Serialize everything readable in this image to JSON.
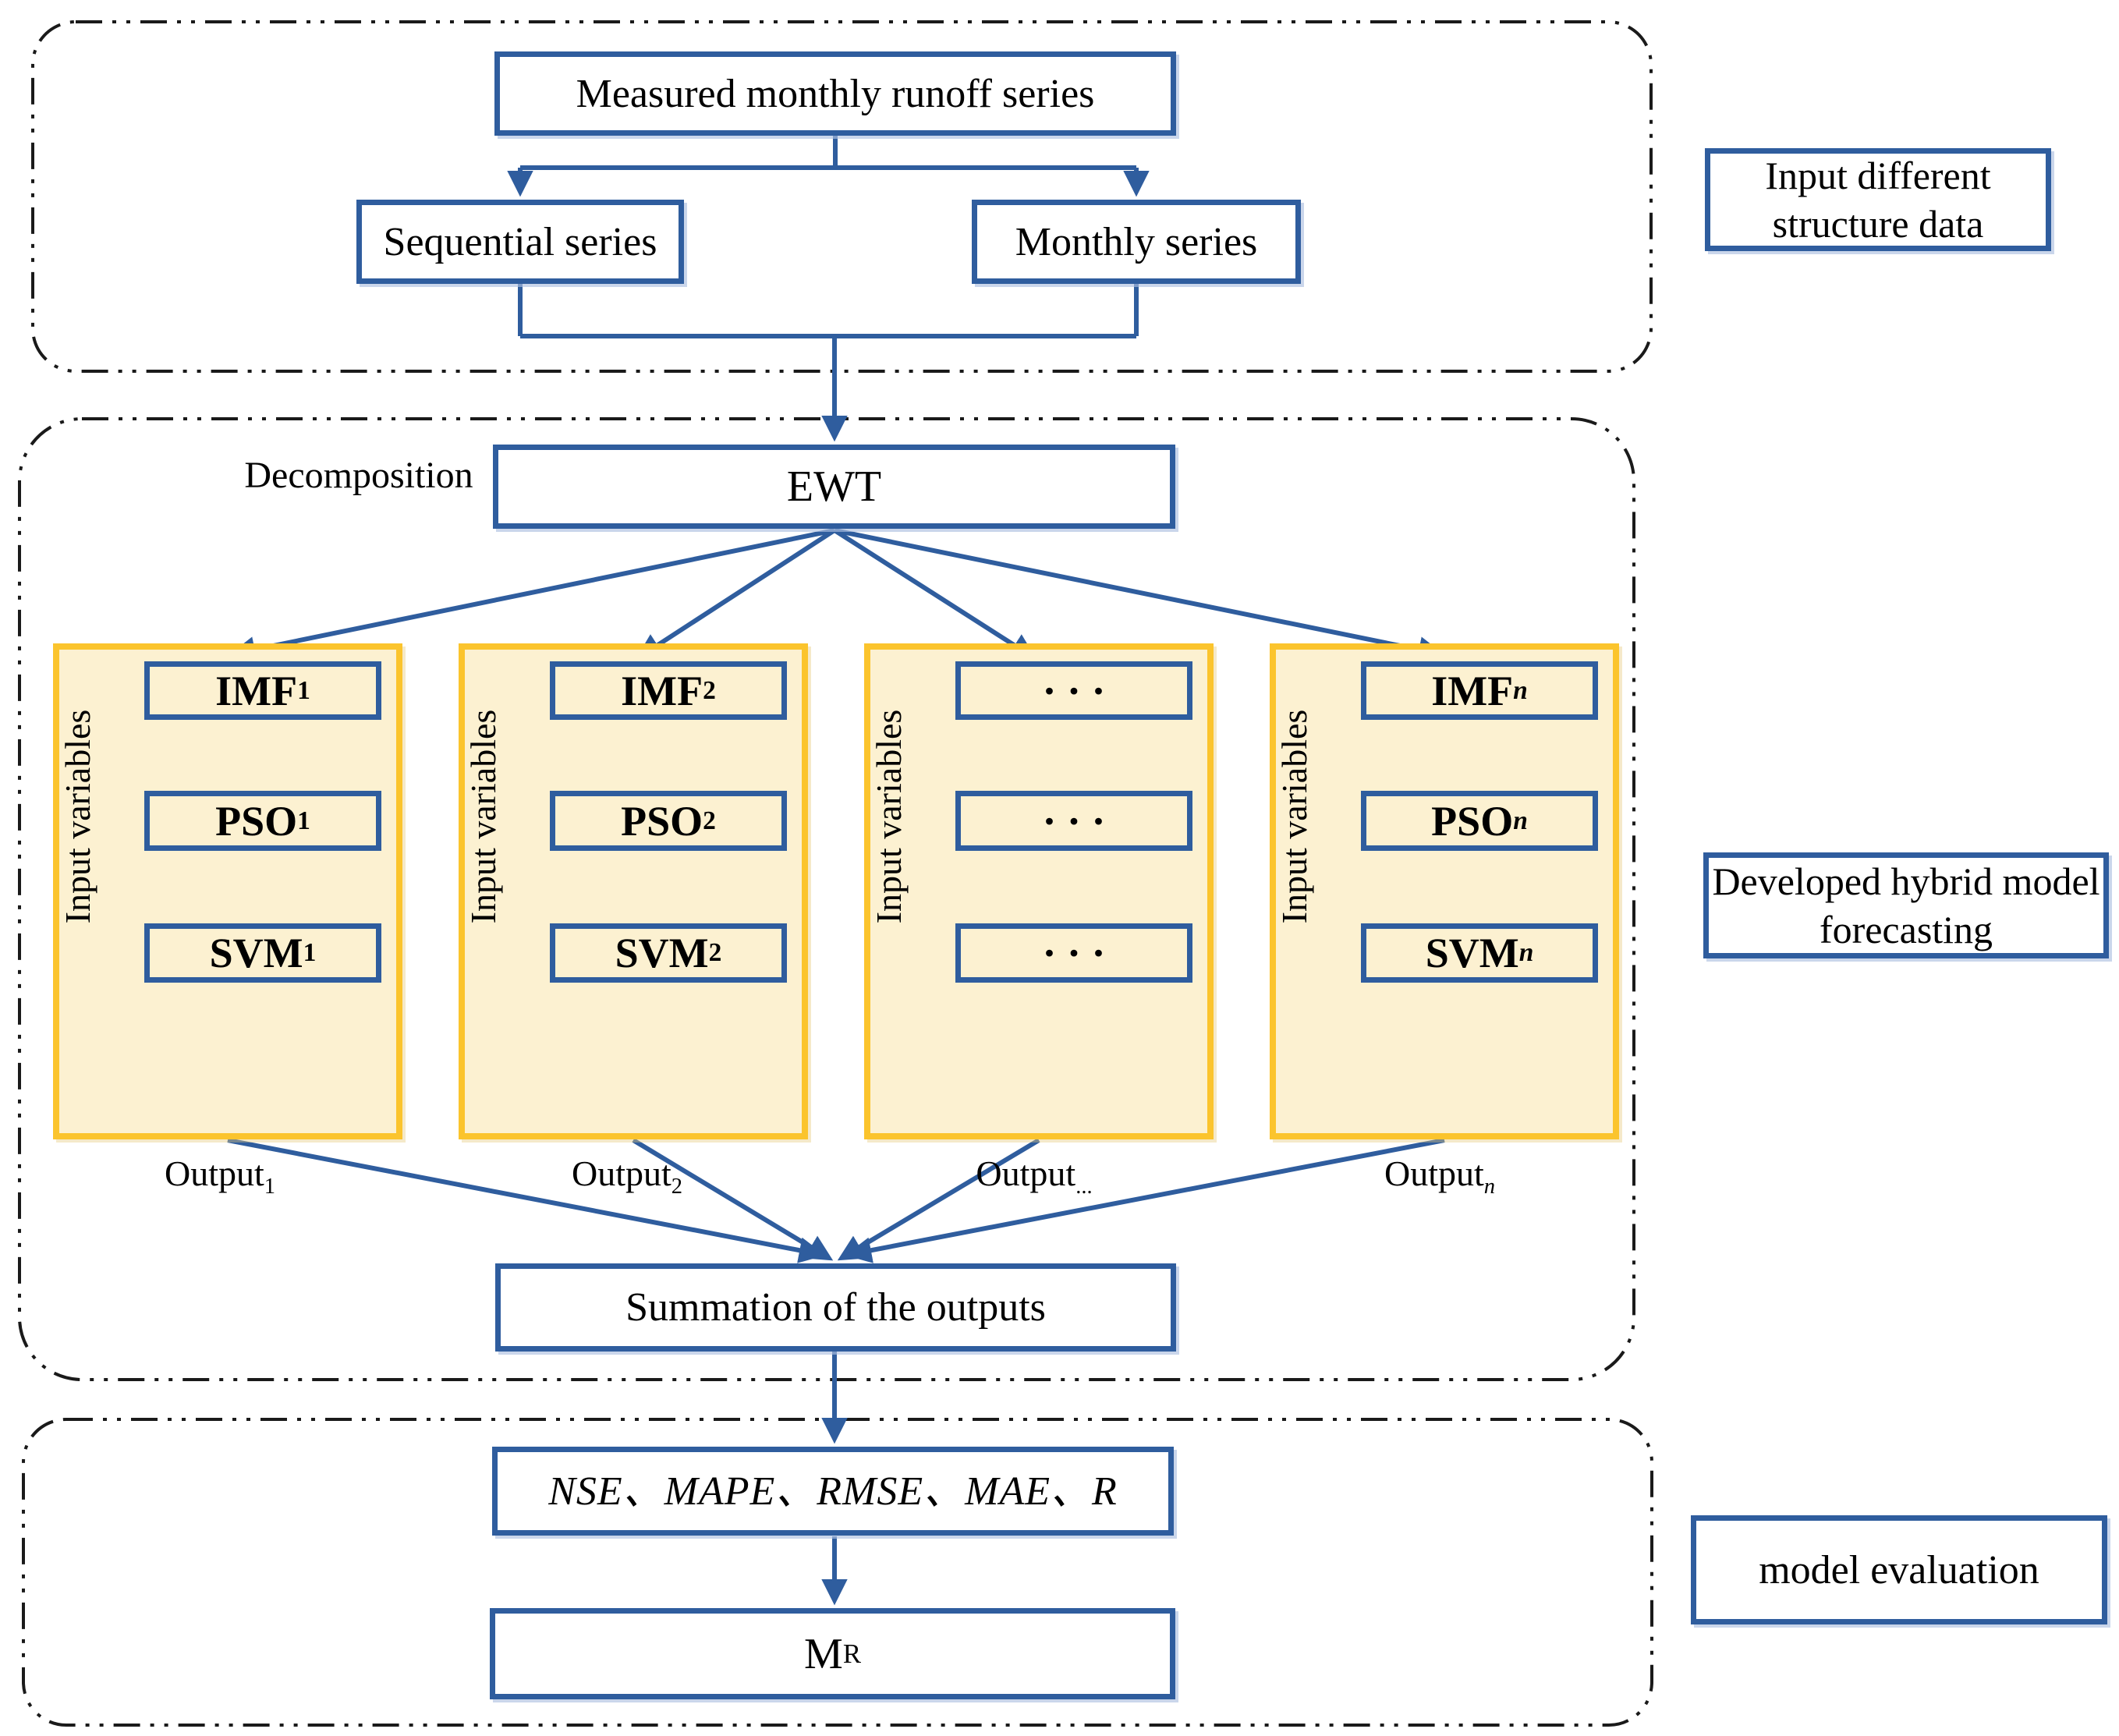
{
  "figure": {
    "type": "flowchart",
    "sections": {
      "input_data": {
        "side_label": "Input different structure data",
        "measured_box": "Measured monthly runoff series",
        "sequential_box": "Sequential series",
        "monthly_box": "Monthly series"
      },
      "hybrid_model": {
        "side_label": "Developed hybrid model forecasting",
        "decomposition_label": "Decomposition",
        "ewt_box": "EWT",
        "panels": [
          {
            "input_label": "Input variables",
            "imf": "IMF",
            "imf_sub": "1",
            "pso": "PSO",
            "pso_sub": "1",
            "svm": "SVM",
            "svm_sub": "1",
            "output": "Output",
            "output_sub": "1"
          },
          {
            "input_label": "Input variables",
            "imf": "IMF",
            "imf_sub": "2",
            "pso": "PSO",
            "pso_sub": "2",
            "svm": "SVM",
            "svm_sub": "2",
            "output": "Output",
            "output_sub": "2"
          },
          {
            "input_label": "Input variables",
            "imf": "· · ·",
            "imf_sub": "",
            "pso": "· · ·",
            "pso_sub": "",
            "svm": "· · ·",
            "svm_sub": "",
            "output": "Output",
            "output_sub": "..."
          },
          {
            "input_label": "Input variables",
            "imf": "IMF",
            "imf_sub": "n",
            "pso": "PSO",
            "pso_sub": "n",
            "svm": "SVM",
            "svm_sub": "n",
            "output": "Output",
            "output_sub": "n"
          }
        ],
        "summation_box": "Summation of the outputs"
      },
      "evaluation": {
        "side_label": "model evaluation",
        "metrics_box": "NSE、MAPE、RMSE、MAE、R",
        "result_box": "M",
        "result_sub": "R"
      }
    },
    "colors": {
      "flow_blue": "#2F5D9E",
      "panel_border_yellow": "#FBC42D",
      "panel_fill_cream": "#FCF1D1",
      "dash_border_black": "#1A1A1A",
      "background": "#FFFFFF"
    }
  }
}
